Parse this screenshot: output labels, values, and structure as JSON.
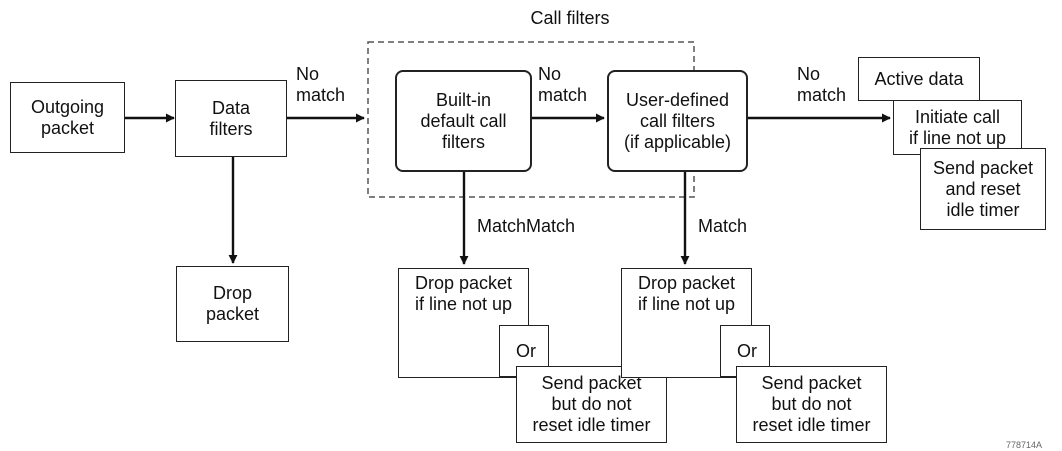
{
  "group": {
    "title": "Call filters"
  },
  "nodes": {
    "outgoing": "Outgoing\npacket",
    "data_filters": "Data\nfilters",
    "drop": "Drop\npacket",
    "builtin": "Built-in\ndefault call\nfilters",
    "user_defined": "User-defined\ncall filters\n(if applicable)",
    "active_data": "Active data",
    "initiate_call": "Initiate call\nif line not up",
    "send_reset": "Send packet\nand reset\nidle timer",
    "drop_if_down_1": "Drop packet\nif line not up",
    "or_1": "Or",
    "send_no_reset_1": "Send packet\nbut do not\nreset idle timer",
    "drop_if_down_2": "Drop packet\nif line not up",
    "or_2": "Or",
    "send_no_reset_2": "Send packet\nbut do not\nreset idle timer"
  },
  "edges": {
    "no_match_1": "No\nmatch",
    "no_match_2": "No\nmatch",
    "no_match_3": "No\nmatch",
    "match_builtin": "MatchMatch",
    "match_user": "Match"
  },
  "figure_id": "778714A"
}
